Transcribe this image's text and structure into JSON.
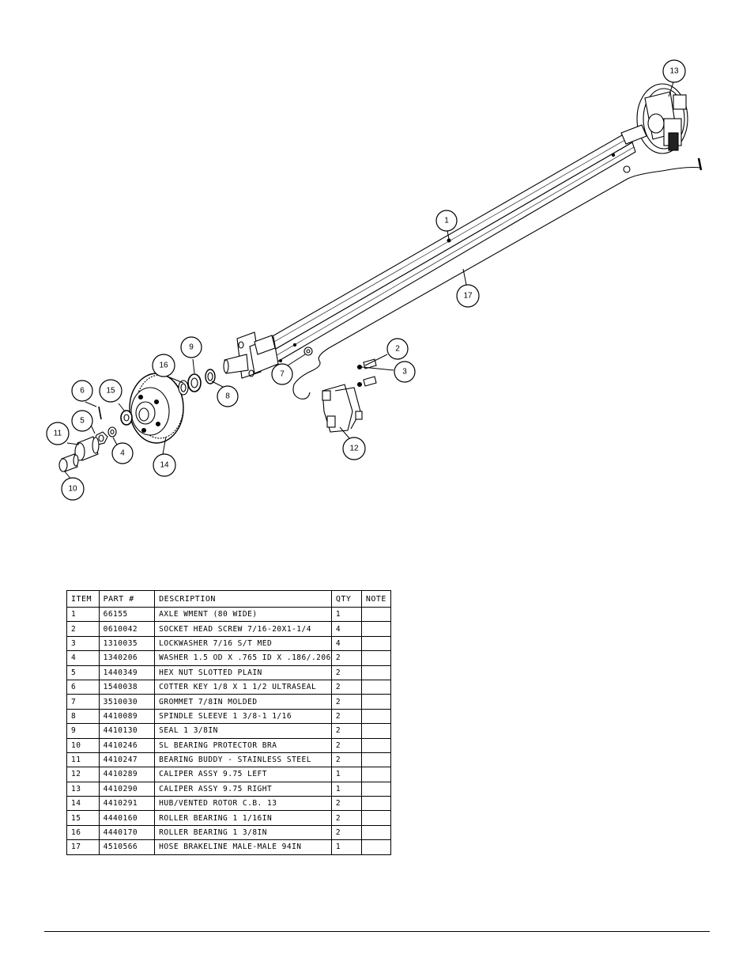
{
  "callouts": [
    {
      "num": "1"
    },
    {
      "num": "2"
    },
    {
      "num": "3"
    },
    {
      "num": "4"
    },
    {
      "num": "5"
    },
    {
      "num": "6"
    },
    {
      "num": "7"
    },
    {
      "num": "8"
    },
    {
      "num": "9"
    },
    {
      "num": "10"
    },
    {
      "num": "11"
    },
    {
      "num": "12"
    },
    {
      "num": "13"
    },
    {
      "num": "14"
    },
    {
      "num": "15"
    },
    {
      "num": "16"
    },
    {
      "num": "17"
    }
  ],
  "table": {
    "headers": {
      "item": "ITEM",
      "part": "PART #",
      "desc": "DESCRIPTION",
      "qty": "QTY",
      "note": "NOTE"
    },
    "rows": [
      {
        "item": "1",
        "part": "66155",
        "desc": "AXLE WMENT (80 WIDE)",
        "qty": "1",
        "note": ""
      },
      {
        "item": "2",
        "part": "0610042",
        "desc": "SOCKET HEAD SCREW 7/16-20X1-1/4",
        "qty": "4",
        "note": ""
      },
      {
        "item": "3",
        "part": "1310035",
        "desc": "LOCKWASHER 7/16 S/T MED",
        "qty": "4",
        "note": ""
      },
      {
        "item": "4",
        "part": "1340206",
        "desc": "WASHER 1.5 OD X .765 ID X .186/.206",
        "qty": "2",
        "note": ""
      },
      {
        "item": "5",
        "part": "1440349",
        "desc": "HEX NUT SLOTTED PLAIN",
        "qty": "2",
        "note": ""
      },
      {
        "item": "6",
        "part": "1540038",
        "desc": "COTTER KEY 1/8 X 1 1/2 ULTRASEAL",
        "qty": "2",
        "note": ""
      },
      {
        "item": "7",
        "part": "3510030",
        "desc": "GROMMET  7/8IN MOLDED",
        "qty": "2",
        "note": ""
      },
      {
        "item": "8",
        "part": "4410089",
        "desc": "SPINDLE SLEEVE  1 3/8-1 1/16",
        "qty": "2",
        "note": ""
      },
      {
        "item": "9",
        "part": "4410130",
        "desc": "SEAL  1 3/8IN",
        "qty": "2",
        "note": ""
      },
      {
        "item": "10",
        "part": "4410246",
        "desc": "SL BEARING PROTECTOR BRA",
        "qty": "2",
        "note": ""
      },
      {
        "item": "11",
        "part": "4410247",
        "desc": "BEARING BUDDY - STAINLESS STEEL",
        "qty": "2",
        "note": ""
      },
      {
        "item": "12",
        "part": "4410289",
        "desc": "CALIPER ASSY 9.75 LEFT",
        "qty": "1",
        "note": ""
      },
      {
        "item": "13",
        "part": "4410290",
        "desc": "CALIPER ASSY 9.75 RIGHT",
        "qty": "1",
        "note": ""
      },
      {
        "item": "14",
        "part": "4410291",
        "desc": "HUB/VENTED ROTOR C.B.  13",
        "qty": "2",
        "note": ""
      },
      {
        "item": "15",
        "part": "4440160",
        "desc": "ROLLER BEARING   1 1/16IN",
        "qty": "2",
        "note": ""
      },
      {
        "item": "16",
        "part": "4440170",
        "desc": "ROLLER BEARING   1 3/8IN",
        "qty": "2",
        "note": ""
      },
      {
        "item": "17",
        "part": "4510566",
        "desc": "HOSE BRAKELINE MALE-MALE 94IN",
        "qty": "1",
        "note": ""
      }
    ]
  }
}
